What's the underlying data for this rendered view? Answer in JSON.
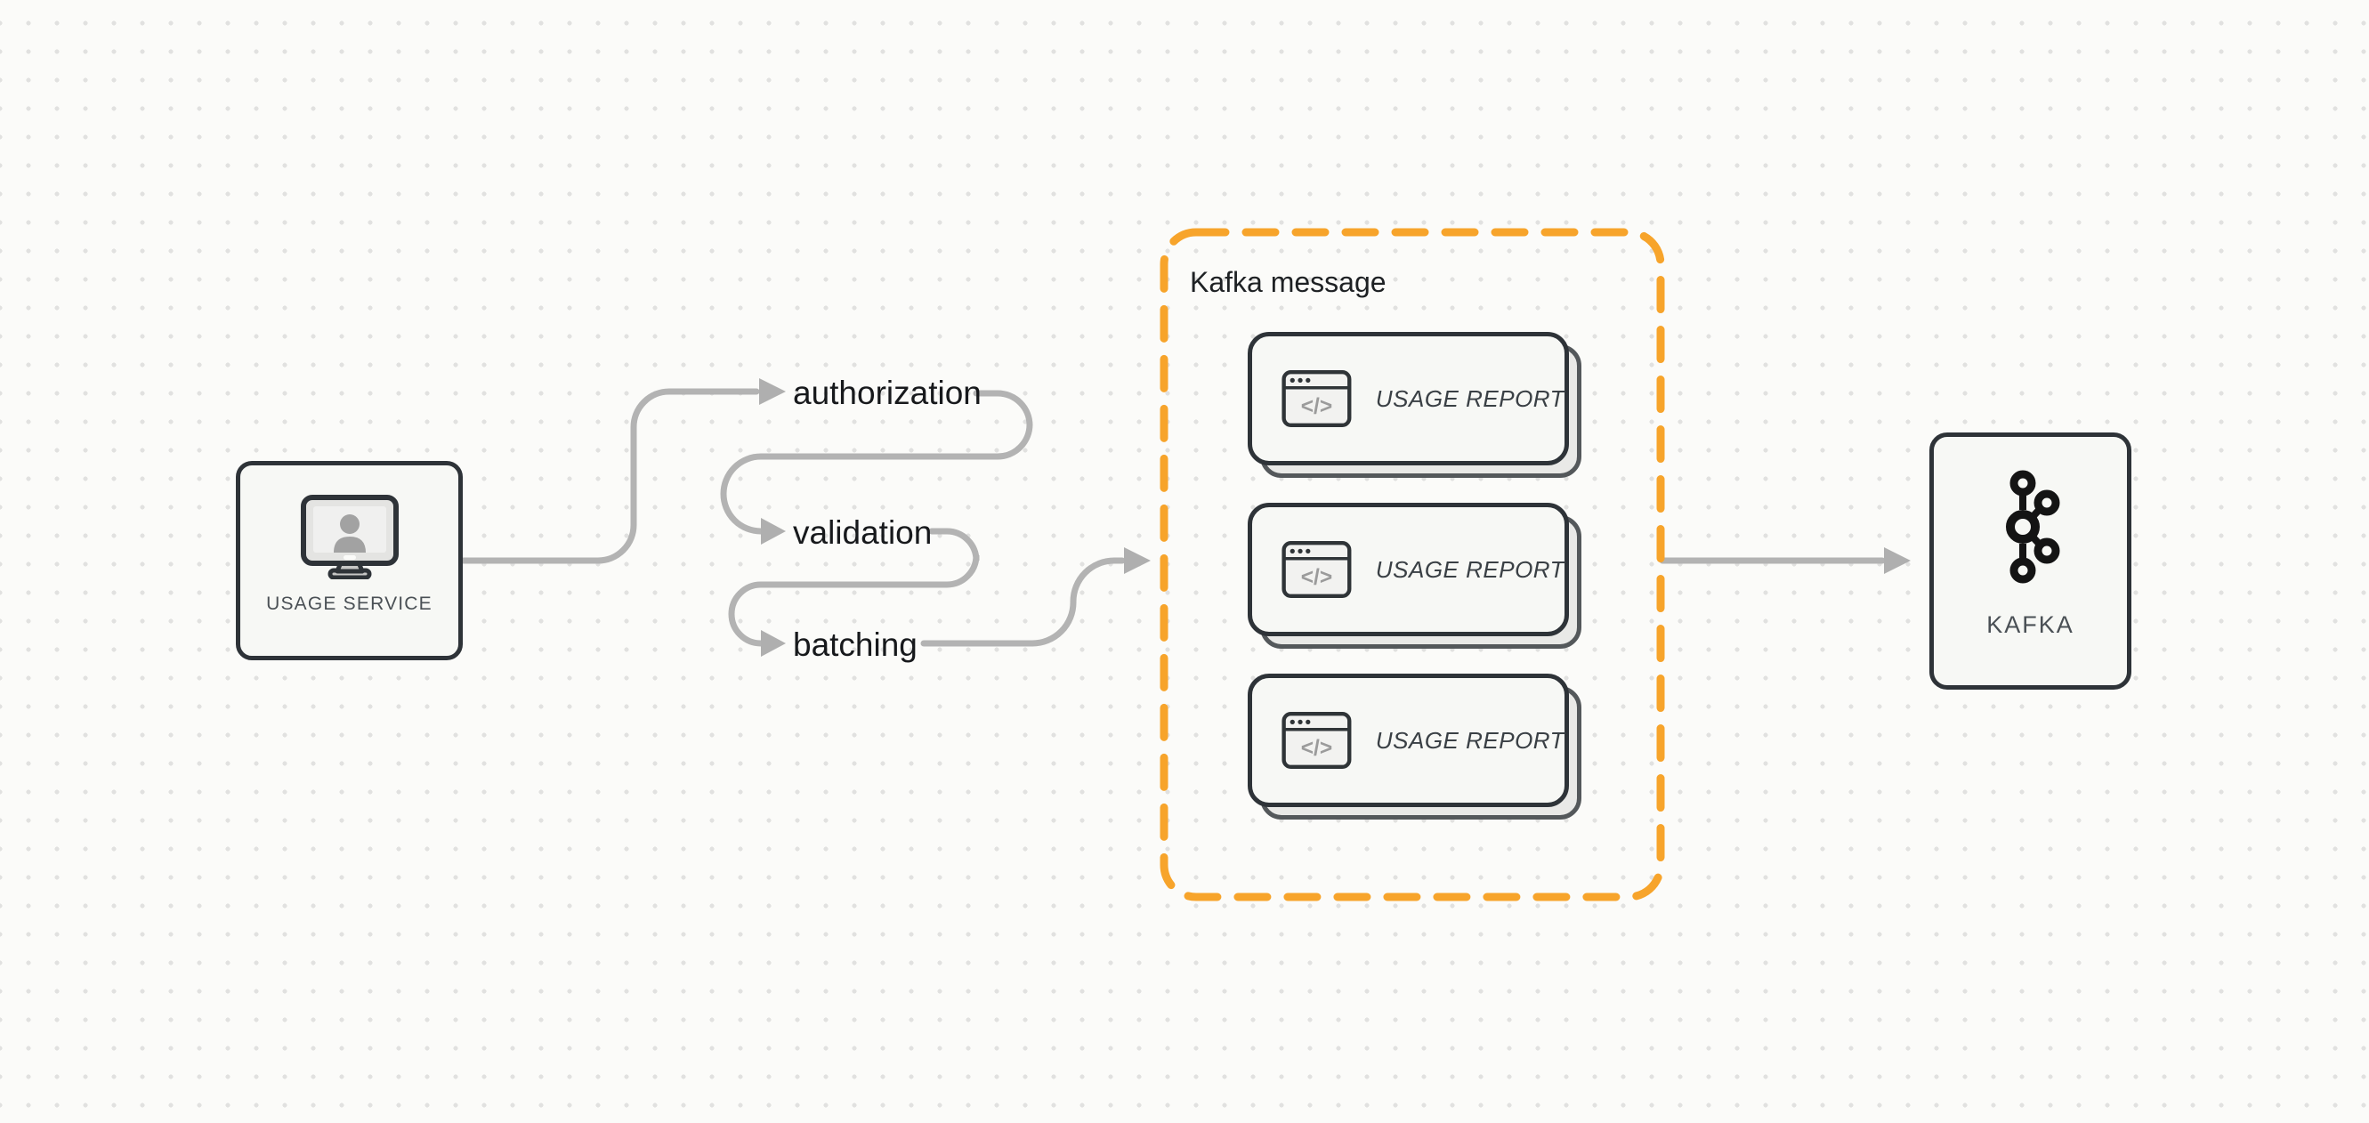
{
  "canvas": {
    "background": "#FBFBF9",
    "dot_grid_color": "#E1E1E0",
    "arrow_color": "#B3B3B3",
    "dark_border_color": "#2E3338",
    "accent_orange": "#F7A42B"
  },
  "nodes": {
    "usage_service": {
      "label": "USAGE SERVICE",
      "icon": "monitor-user-icon"
    },
    "kafka": {
      "label": "KAFKA",
      "icon": "kafka-logo-icon"
    }
  },
  "steps": [
    {
      "label": "authorization"
    },
    {
      "label": "validation"
    },
    {
      "label": "batching"
    }
  ],
  "kafka_message_group": {
    "title": "Kafka message",
    "cards": [
      {
        "label": "USAGE REPORT",
        "icon": "code-window-icon"
      },
      {
        "label": "USAGE REPORT",
        "icon": "code-window-icon"
      },
      {
        "label": "USAGE REPORT",
        "icon": "code-window-icon"
      }
    ]
  },
  "icons": {
    "code_glyph": "</>"
  }
}
